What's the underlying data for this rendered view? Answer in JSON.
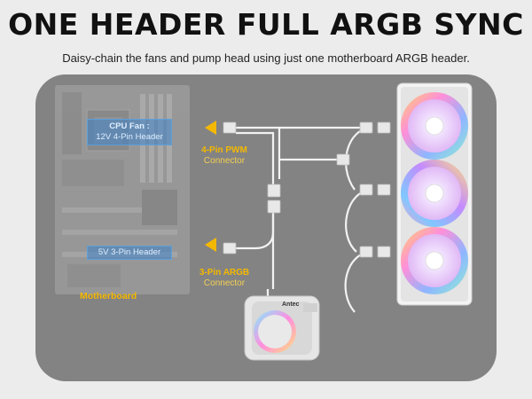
{
  "title": "ONE HEADER FULL ARGB SYNC",
  "subtitle": "Daisy-chain the fans and pump head using just one motherboard ARGB header.",
  "motherboard": {
    "label": "Motherboard",
    "cpu_fan_header_title": "CPU Fan :",
    "cpu_fan_header_subtitle": "12V 4-Pin Header",
    "argb_header_label": "5V 3-Pin Header"
  },
  "connectors": {
    "pwm_title": "4-Pin PWM",
    "pwm_subtitle": "Connector",
    "argb_title": "3-Pin ARGB",
    "argb_subtitle": "Connector"
  },
  "pump": {
    "brand": "Antec"
  },
  "colors": {
    "accent": "#f5b800",
    "header_box": "#3c82c8",
    "panel": "#838383"
  }
}
